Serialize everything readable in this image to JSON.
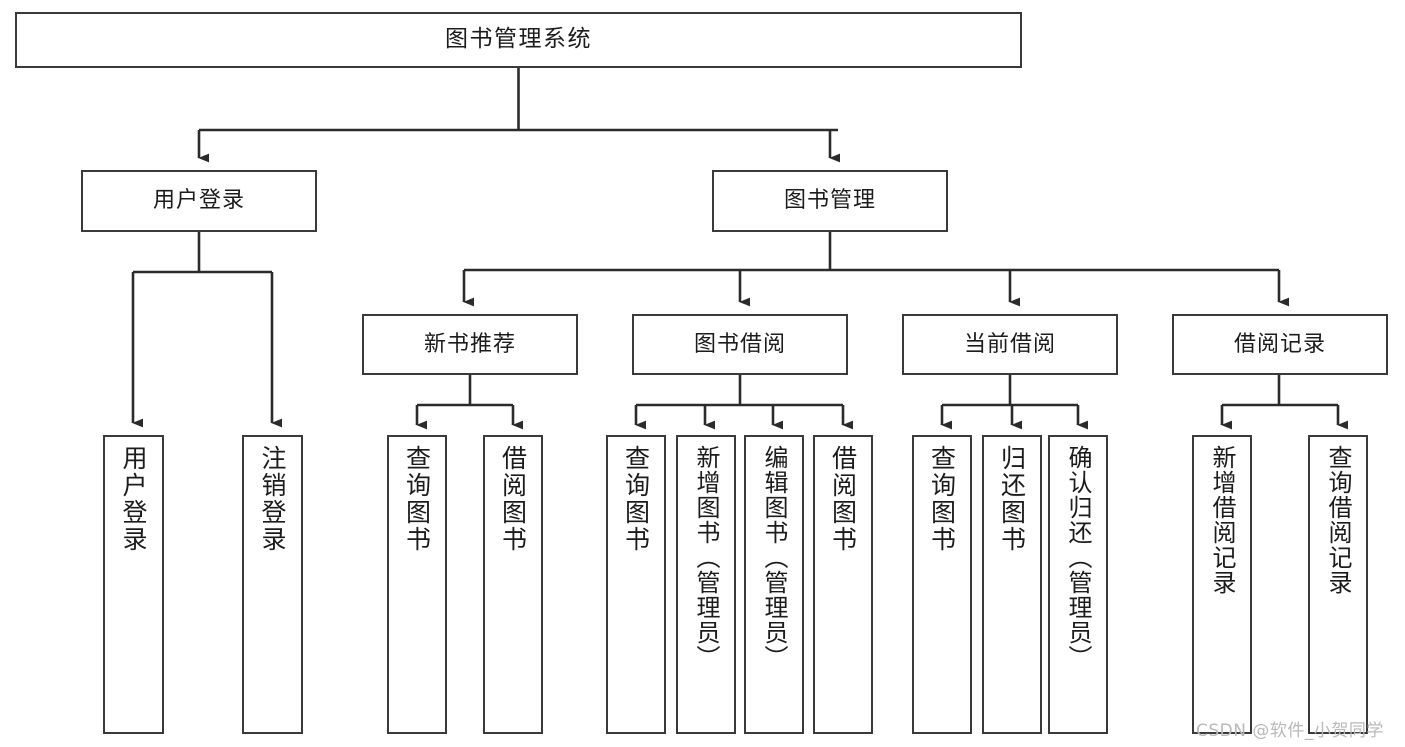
{
  "diagram": {
    "title": "图书管理系统",
    "type": "tree-hierarchy-diagram",
    "orientation": "top-down",
    "colors": {
      "stroke": "#3a3a3a",
      "fill": "#ffffff",
      "text": "#1c1c1c",
      "watermark": "#b9b9b9"
    },
    "root": {
      "label": "图书管理系统"
    },
    "level2": [
      {
        "label": "用户登录"
      },
      {
        "label": "图书管理"
      }
    ],
    "level3": [
      {
        "label": "新书推荐"
      },
      {
        "label": "图书借阅"
      },
      {
        "label": "当前借阅"
      },
      {
        "label": "借阅记录"
      }
    ],
    "leaves": {
      "user_login": [
        {
          "label": "用户登录"
        },
        {
          "label": "注销登录"
        }
      ],
      "new_book_recommend": [
        {
          "label": "查询图书"
        },
        {
          "label": "借阅图书"
        }
      ],
      "book_borrow": [
        {
          "label": "查询图书"
        },
        {
          "label": "新增图书（管理员）"
        },
        {
          "label": "编辑图书（管理员）"
        },
        {
          "label": "借阅图书"
        }
      ],
      "current_borrow": [
        {
          "label": "查询图书"
        },
        {
          "label": "归还图书"
        },
        {
          "label": "确认归还（管理员）"
        }
      ],
      "borrow_record": [
        {
          "label": "新增借阅记录"
        },
        {
          "label": "查询借阅记录"
        }
      ]
    },
    "watermark": "CSDN @软件_小贺同学"
  }
}
